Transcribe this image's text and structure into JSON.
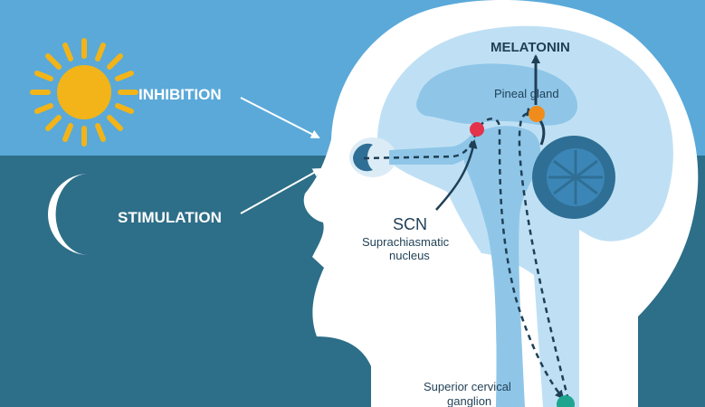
{
  "labels": {
    "inhibition": "INHIBITION",
    "stimulation": "STIMULATION",
    "melatonin": "MELATONIN",
    "pineal_gland": "Pineal gland",
    "scn": "SCN",
    "scn_full_line1": "Suprachiasmatic",
    "scn_full_line2": "nucleus",
    "ganglion_line1": "Superior cervical",
    "ganglion_line2": "ganglion"
  },
  "colors": {
    "day_sky": "#5aa9d9",
    "night_sky": "#2d6e88",
    "sun": "#f2b418",
    "moon": "#ffffff",
    "head": "#ffffff",
    "brain_light": "#bfe0f4",
    "brain_mid": "#8fc6e8",
    "brain_dark": "#3b86b6",
    "cerebellum": "#2f6f95",
    "scn_dot": "#e2334b",
    "pineal_dot": "#f08c1b",
    "ganglion_dot": "#1fa58f",
    "text_white": "#ffffff",
    "text_dark": "#1f3f55"
  },
  "icons": {
    "sun": "sun-icon",
    "moon": "moon-icon",
    "eye": "eye-icon"
  }
}
